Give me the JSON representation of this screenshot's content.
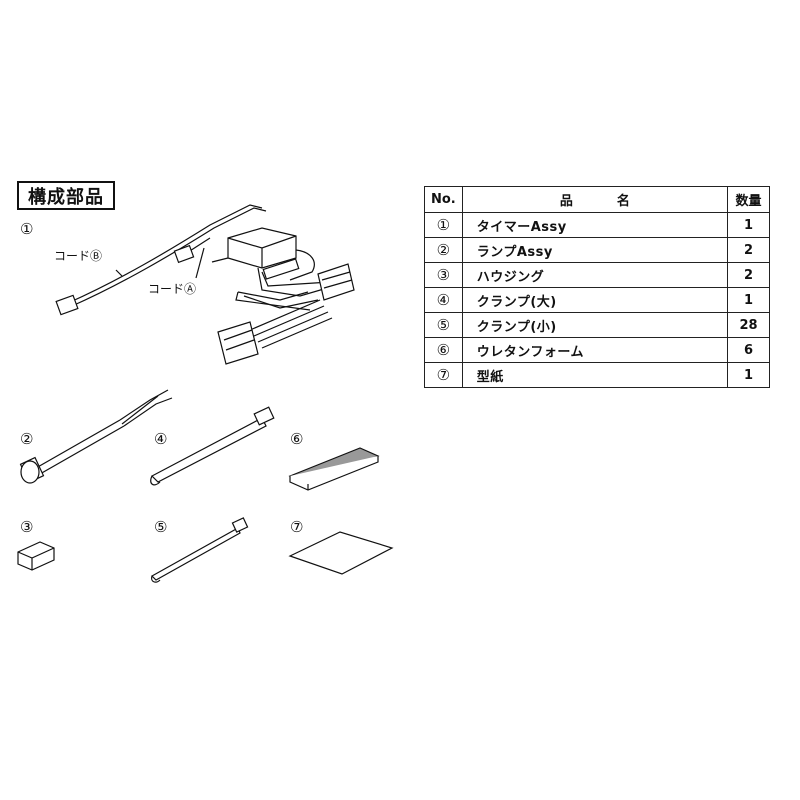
{
  "section_title": "構成部品",
  "figure": {
    "labels": [
      "①",
      "②",
      "③",
      "④",
      "⑤",
      "⑥",
      "⑦"
    ],
    "callout_b": "コードⒷ",
    "callout_a": "コードⒶ"
  },
  "table": {
    "headers": {
      "no": "No.",
      "name_1": "品",
      "name_2": "名",
      "qty": "数量"
    },
    "rows": [
      {
        "no": "①",
        "name": "タイマーAssy",
        "qty": "1"
      },
      {
        "no": "②",
        "name": "ランプAssy",
        "qty": "2"
      },
      {
        "no": "③",
        "name": "ハウジング",
        "qty": "2"
      },
      {
        "no": "④",
        "name": "クランプ(大)",
        "qty": "1"
      },
      {
        "no": "⑤",
        "name": "クランプ(小)",
        "qty": "28"
      },
      {
        "no": "⑥",
        "name": "ウレタンフォーム",
        "qty": "6"
      },
      {
        "no": "⑦",
        "name": "型紙",
        "qty": "1"
      }
    ]
  }
}
